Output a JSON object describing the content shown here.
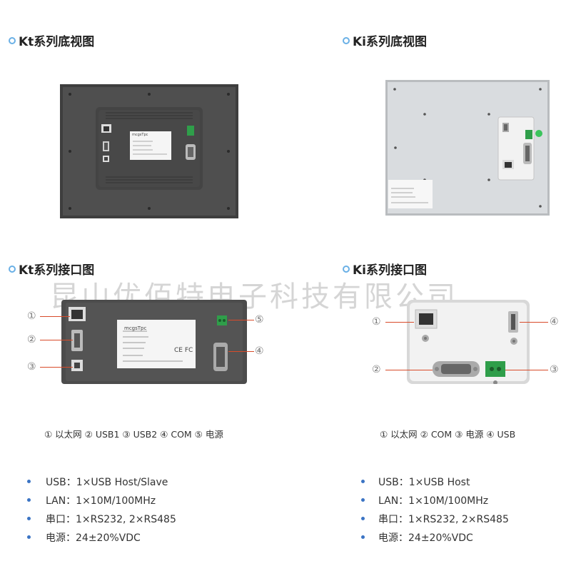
{
  "titles": {
    "kt_bottom": "Kt系列底视图",
    "ki_bottom": "Ki系列底视图",
    "kt_ports": "Kt系列接口图",
    "ki_ports": "Ki系列接口图"
  },
  "watermark": "昆山优佰特电子科技有限公司",
  "kt_callouts": [
    "①",
    "②",
    "③",
    "⑤",
    "④"
  ],
  "ki_callouts": [
    "①",
    "②",
    "④",
    "③"
  ],
  "kt_legend": "① 以太网  ② USB1  ③ USB2  ④ COM  ⑤ 电源",
  "ki_legend": "① 以太网  ② COM  ③ 电源  ④ USB",
  "kt_specs": [
    "USB：1×USB Host/Slave",
    "LAN：1×10M/100MHz",
    "串口：1×RS232, 2×RS485",
    "电源：24±20%VDC"
  ],
  "ki_specs": [
    "USB：1×USB Host",
    "LAN：1×10M/100MHz",
    "串口：1×RS232, 2×RS485",
    "电源：24±20%VDC"
  ],
  "label_brand": "mcgsTpc",
  "label_ce": "CE FC",
  "colors": {
    "accent_ring": "#6ab0e6",
    "bullet": "#3b74c4",
    "leader": "#d84b2a",
    "kt_body": "#4a4a4a",
    "ki_body": "#d7dadd",
    "terminal_green": "#2f9e4a"
  }
}
